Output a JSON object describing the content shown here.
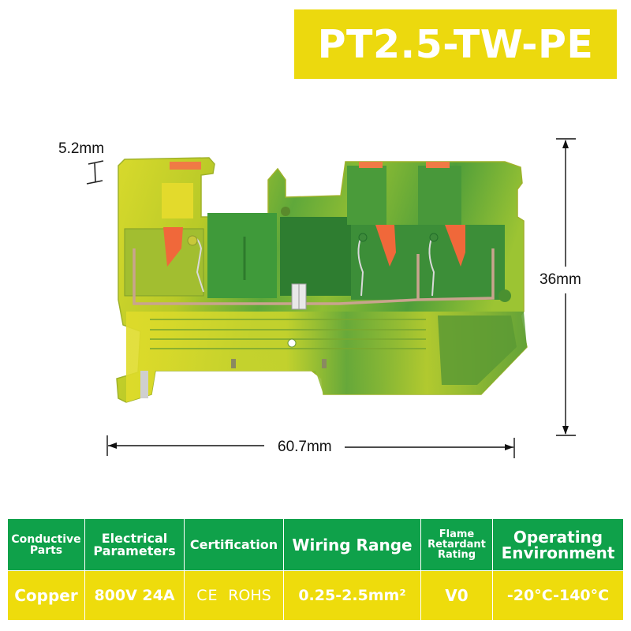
{
  "title": "PT2.5-TW-PE",
  "colors": {
    "banner": "#ecd90e",
    "header_green": "#0fa14a",
    "row_yellow": "#eedc0c",
    "body_yellow": "#d4d829",
    "body_green": "#3f9a3a",
    "dark_green": "#24702c",
    "actuator_orange": "#f0683a",
    "contact_copper": "#c9a48e"
  },
  "dimensions": {
    "pitch": "5.2mm",
    "height": "36mm",
    "length": "60.7mm"
  },
  "specs": {
    "headers": [
      [
        "Conductive",
        "Parts"
      ],
      [
        "Electrical",
        "Parameters"
      ],
      [
        "Certification"
      ],
      [
        "Wiring Range"
      ],
      [
        "Flame",
        "Retardant",
        "Rating"
      ],
      [
        "Operating",
        "Environment"
      ]
    ],
    "values": {
      "conductive_parts": "Copper",
      "electrical_parameters": "800V 24A",
      "certification_mark": "CE",
      "certification_text": "ROHS",
      "wiring_range": "0.25-2.5mm²",
      "flame_rating": "V0",
      "operating_environment": "-20°C-140°C"
    }
  }
}
